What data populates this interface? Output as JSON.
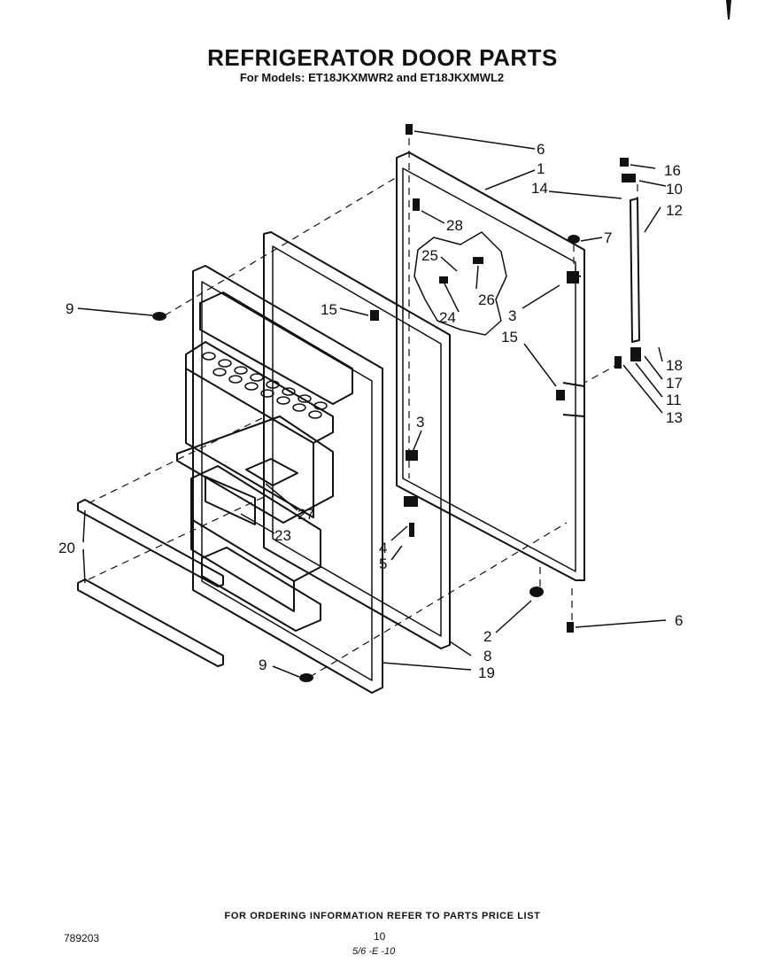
{
  "header": {
    "title": "REFRIGERATOR DOOR PARTS",
    "subtitle": "For Models: ET18JKXMWR2 and ET18JKXMWL2"
  },
  "callouts": [
    "1",
    "2",
    "3",
    "3",
    "4",
    "5",
    "6",
    "6",
    "7",
    "8",
    "9",
    "9",
    "10",
    "11",
    "12",
    "13",
    "14",
    "15",
    "15",
    "16",
    "17",
    "18",
    "19",
    "20",
    "23",
    "24",
    "25",
    "26",
    "27",
    "28"
  ],
  "footer": {
    "ordering_note": "FOR ORDERING INFORMATION REFER TO PARTS PRICE LIST",
    "doc_number": "789203",
    "page_number": "10",
    "stamp": "5/6 -E -10"
  }
}
